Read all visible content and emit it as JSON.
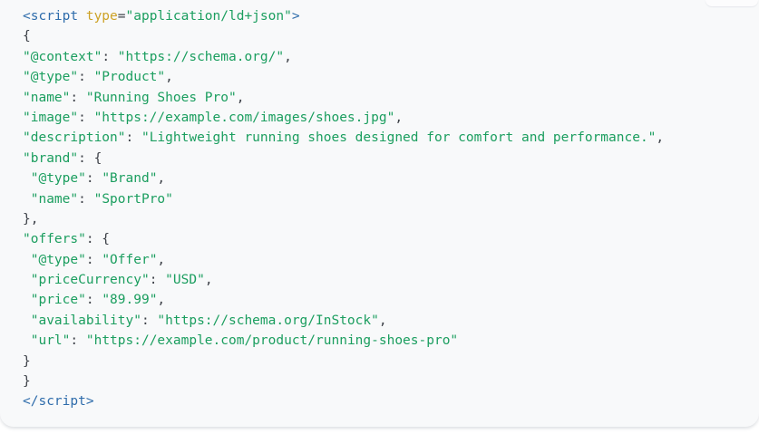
{
  "page": {
    "background": "#ffffff",
    "card_background": "#f8f9fa"
  },
  "colors": {
    "tag": "#2e6cab",
    "attr": "#cda226",
    "string": "#1b9e5f",
    "punct": "#3d4148"
  },
  "code_block": {
    "language": "html-jsonld",
    "lines": [
      [
        [
          "tag",
          "<script"
        ],
        [
          "plain",
          " "
        ],
        [
          "attr",
          "type"
        ],
        [
          "punct",
          "="
        ],
        [
          "string",
          "\"application/ld+json\""
        ],
        [
          "tag",
          ">"
        ]
      ],
      [
        [
          "punct",
          "{"
        ]
      ],
      [
        [
          "string",
          "\"@context\""
        ],
        [
          "punct",
          ": "
        ],
        [
          "string",
          "\"https://schema.org/\""
        ],
        [
          "punct",
          ","
        ]
      ],
      [
        [
          "string",
          "\"@type\""
        ],
        [
          "punct",
          ": "
        ],
        [
          "string",
          "\"Product\""
        ],
        [
          "punct",
          ","
        ]
      ],
      [
        [
          "string",
          "\"name\""
        ],
        [
          "punct",
          ": "
        ],
        [
          "string",
          "\"Running Shoes Pro\""
        ],
        [
          "punct",
          ","
        ]
      ],
      [
        [
          "string",
          "\"image\""
        ],
        [
          "punct",
          ": "
        ],
        [
          "string",
          "\"https://example.com/images/shoes.jpg\""
        ],
        [
          "punct",
          ","
        ]
      ],
      [
        [
          "string",
          "\"description\""
        ],
        [
          "punct",
          ": "
        ],
        [
          "string",
          "\"Lightweight running shoes designed for comfort and performance.\""
        ],
        [
          "punct",
          ","
        ]
      ],
      [
        [
          "string",
          "\"brand\""
        ],
        [
          "punct",
          ": {"
        ]
      ],
      [
        [
          "punct",
          " "
        ],
        [
          "string",
          "\"@type\""
        ],
        [
          "punct",
          ": "
        ],
        [
          "string",
          "\"Brand\""
        ],
        [
          "punct",
          ","
        ]
      ],
      [
        [
          "punct",
          " "
        ],
        [
          "string",
          "\"name\""
        ],
        [
          "punct",
          ": "
        ],
        [
          "string",
          "\"SportPro\""
        ]
      ],
      [
        [
          "punct",
          "},"
        ]
      ],
      [
        [
          "string",
          "\"offers\""
        ],
        [
          "punct",
          ": {"
        ]
      ],
      [
        [
          "punct",
          " "
        ],
        [
          "string",
          "\"@type\""
        ],
        [
          "punct",
          ": "
        ],
        [
          "string",
          "\"Offer\""
        ],
        [
          "punct",
          ","
        ]
      ],
      [
        [
          "punct",
          " "
        ],
        [
          "string",
          "\"priceCurrency\""
        ],
        [
          "punct",
          ": "
        ],
        [
          "string",
          "\"USD\""
        ],
        [
          "punct",
          ","
        ]
      ],
      [
        [
          "punct",
          " "
        ],
        [
          "string",
          "\"price\""
        ],
        [
          "punct",
          ": "
        ],
        [
          "string",
          "\"89.99\""
        ],
        [
          "punct",
          ","
        ]
      ],
      [
        [
          "punct",
          " "
        ],
        [
          "string",
          "\"availability\""
        ],
        [
          "punct",
          ": "
        ],
        [
          "string",
          "\"https://schema.org/InStock\""
        ],
        [
          "punct",
          ","
        ]
      ],
      [
        [
          "punct",
          " "
        ],
        [
          "string",
          "\"url\""
        ],
        [
          "punct",
          ": "
        ],
        [
          "string",
          "\"https://example.com/product/running-shoes-pro\""
        ]
      ],
      [
        [
          "punct",
          "}"
        ]
      ],
      [
        [
          "punct",
          "}"
        ]
      ],
      [
        [
          "tag",
          "</script>"
        ]
      ]
    ]
  }
}
